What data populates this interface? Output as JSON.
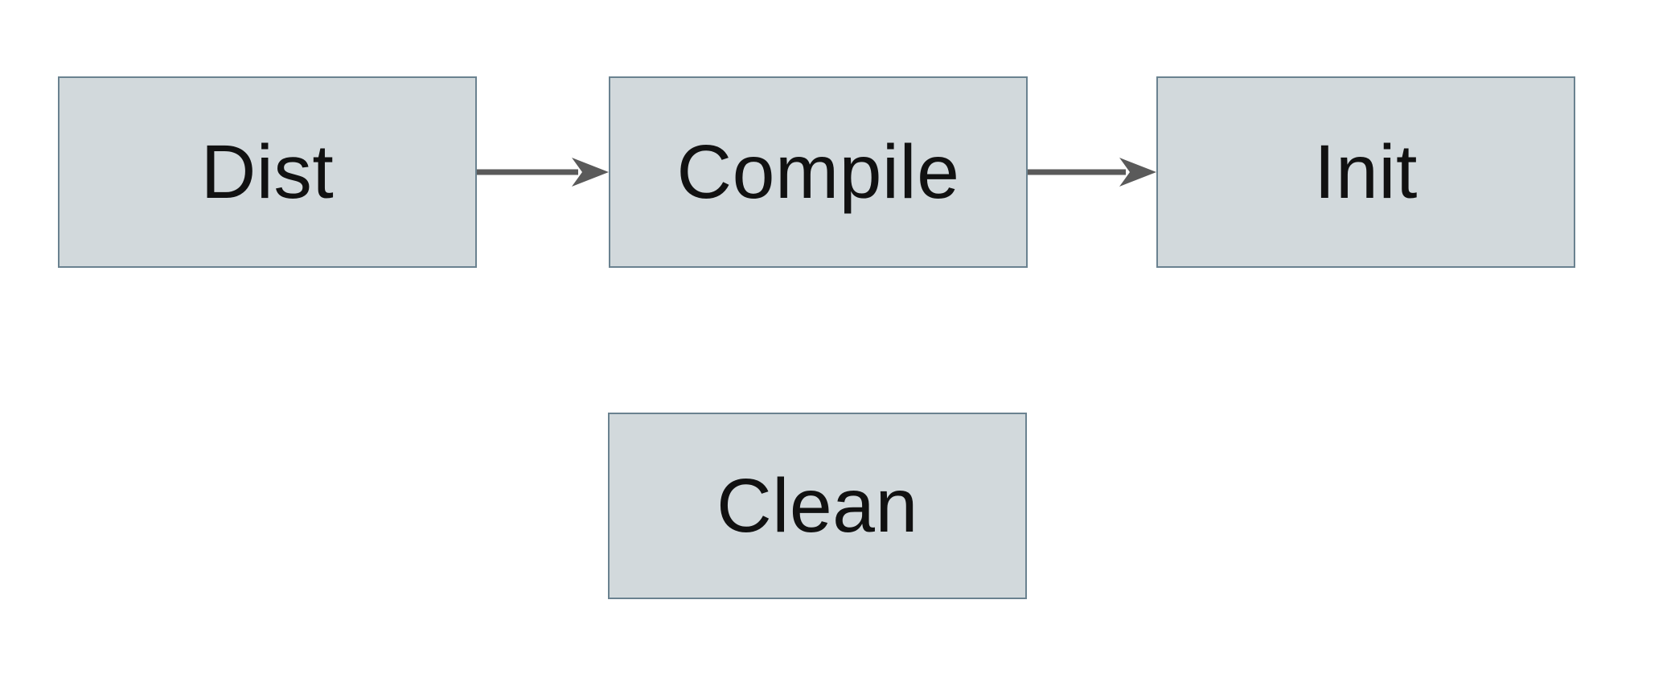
{
  "diagram": {
    "type": "flowchart",
    "background_color": "#ffffff",
    "node_fill_color": "#d2d9dc",
    "node_border_color": "#6a8290",
    "arrow_color": "#5a5a5a",
    "text_color": "#111111",
    "nodes": [
      {
        "id": "dist",
        "label": "Dist"
      },
      {
        "id": "compile",
        "label": "Compile"
      },
      {
        "id": "init",
        "label": "Init"
      },
      {
        "id": "clean",
        "label": "Clean"
      }
    ],
    "edges": [
      {
        "from": "Dist",
        "to": "Compile",
        "direction": "right",
        "style": "solid-arrow"
      },
      {
        "from": "Compile",
        "to": "Init",
        "direction": "right",
        "style": "solid-arrow"
      }
    ]
  }
}
